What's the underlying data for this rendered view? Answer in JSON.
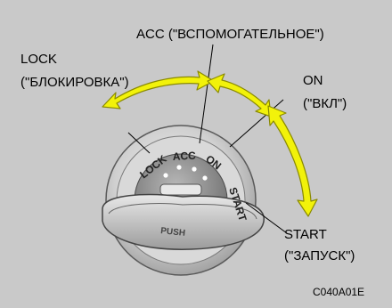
{
  "labels": {
    "acc": "ACC (\"ВСПОМОГАТЕЛЬНОЕ\")",
    "lock_line1": "LOCK",
    "lock_line2": "(\"БЛОКИРОВКА\")",
    "on_line1": "ON",
    "on_line2": "(\"ВКЛ\")",
    "start_line1": "START",
    "start_line2": "(\"ЗАПУСК\")"
  },
  "switch_markings": {
    "lock": "LOCK",
    "acc": "ACC",
    "on": "ON",
    "start": "START",
    "push": "PUSH"
  },
  "figure_code": "C040A01E",
  "colors": {
    "background": "#c9c9c9",
    "arrow_fill": "#f2f20a",
    "arrow_stroke": "#8a8a00"
  }
}
